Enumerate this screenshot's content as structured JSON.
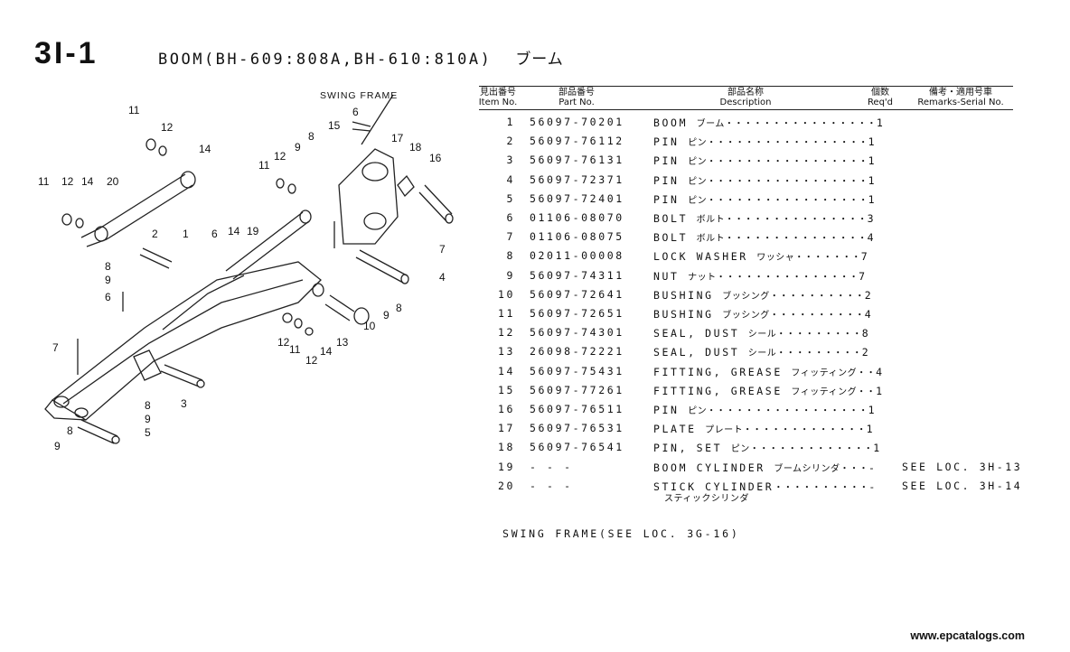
{
  "page": {
    "code": "3I-1",
    "title": "BOOM(BH-609:808A,BH-610:810A)",
    "title_jp": "ブーム"
  },
  "table": {
    "headers": {
      "item_jp": "見出番号",
      "item_en": "Item No.",
      "part_jp": "部品番号",
      "part_en": "Part No.",
      "desc_jp": "部品名称",
      "desc_en": "Description",
      "req_jp": "個数",
      "req_en": "Req'd",
      "rem_jp": "備考・適用号車",
      "rem_en": "Remarks-Serial No."
    },
    "rows": [
      {
        "item": "1",
        "part": "56097-70201",
        "desc": "BOOM",
        "jp": "ブーム",
        "dots": "・・・・・・・・・・・・・・・・",
        "qty": "1",
        "rem": ""
      },
      {
        "item": "2",
        "part": "56097-76112",
        "desc": "PIN",
        "jp": "ピン",
        "dots": "・・・・・・・・・・・・・・・・・",
        "qty": "1",
        "rem": ""
      },
      {
        "item": "3",
        "part": "56097-76131",
        "desc": "PIN",
        "jp": "ピン",
        "dots": "・・・・・・・・・・・・・・・・・",
        "qty": "1",
        "rem": ""
      },
      {
        "item": "4",
        "part": "56097-72371",
        "desc": "PIN",
        "jp": "ピン",
        "dots": "・・・・・・・・・・・・・・・・・",
        "qty": "1",
        "rem": ""
      },
      {
        "item": "5",
        "part": "56097-72401",
        "desc": "PIN",
        "jp": "ピン",
        "dots": "・・・・・・・・・・・・・・・・・",
        "qty": "1",
        "rem": ""
      },
      {
        "item": "6",
        "part": "01106-08070",
        "desc": "BOLT",
        "jp": "ボルト",
        "dots": "・・・・・・・・・・・・・・・",
        "qty": "3",
        "rem": ""
      },
      {
        "item": "7",
        "part": "01106-08075",
        "desc": "BOLT",
        "jp": "ボルト",
        "dots": "・・・・・・・・・・・・・・・",
        "qty": "4",
        "rem": ""
      },
      {
        "item": "8",
        "part": "02011-00008",
        "desc": "LOCK WASHER",
        "jp": "ワッシャ",
        "dots": "・・・・・・・",
        "qty": "7",
        "rem": ""
      },
      {
        "item": "9",
        "part": "56097-74311",
        "desc": "NUT",
        "jp": "ナット",
        "dots": "・・・・・・・・・・・・・・・",
        "qty": "7",
        "rem": ""
      },
      {
        "item": "10",
        "part": "56097-72641",
        "desc": "BUSHING",
        "jp": "ブッシング",
        "dots": "・・・・・・・・・・",
        "qty": "2",
        "rem": ""
      },
      {
        "item": "11",
        "part": "56097-72651",
        "desc": "BUSHING",
        "jp": "ブッシング",
        "dots": "・・・・・・・・・・",
        "qty": "4",
        "rem": ""
      },
      {
        "item": "12",
        "part": "56097-74301",
        "desc": "SEAL, DUST",
        "jp": "シール",
        "dots": "・・・・・・・・・",
        "qty": "8",
        "rem": ""
      },
      {
        "item": "13",
        "part": "26098-72221",
        "desc": "SEAL, DUST",
        "jp": "シール",
        "dots": "・・・・・・・・・",
        "qty": "2",
        "rem": ""
      },
      {
        "item": "14",
        "part": "56097-75431",
        "desc": "FITTING, GREASE",
        "jp": "フィッティング",
        "dots": "・・",
        "qty": "4",
        "rem": ""
      },
      {
        "item": "15",
        "part": "56097-77261",
        "desc": "FITTING, GREASE",
        "jp": "フィッティング",
        "dots": "・・",
        "qty": "1",
        "rem": ""
      },
      {
        "item": "16",
        "part": "56097-76511",
        "desc": "PIN",
        "jp": "ピン",
        "dots": "・・・・・・・・・・・・・・・・・",
        "qty": "1",
        "rem": ""
      },
      {
        "item": "17",
        "part": "56097-76531",
        "desc": "PLATE",
        "jp": "プレート",
        "dots": "・・・・・・・・・・・・・",
        "qty": "1",
        "rem": ""
      },
      {
        "item": "18",
        "part": "56097-76541",
        "desc": "PIN, SET",
        "jp": "ピン",
        "dots": "・・・・・・・・・・・・・",
        "qty": "1",
        "rem": ""
      },
      {
        "item": "19",
        "part": "- - -",
        "desc": "BOOM CYLINDER",
        "jp": "ブームシリンダ",
        "dots": "・・・",
        "qty": "-",
        "rem": "SEE LOC. 3H-13"
      },
      {
        "item": "20",
        "part": "- - -",
        "desc": "STICK CYLINDER",
        "jp": "",
        "dots": "・・・・・・・・・・",
        "qty": "-",
        "rem": "SEE LOC. 3H-14"
      }
    ],
    "row20_jp": "スティックシリンダ"
  },
  "diagram": {
    "swing_frame_label": "SWING FRAME",
    "callouts": [
      "11",
      "12",
      "14",
      "20",
      "11",
      "12",
      "14",
      "2",
      "1",
      "6",
      "14",
      "19",
      "8",
      "9",
      "6",
      "7",
      "3",
      "8",
      "9",
      "8",
      "9",
      "5",
      "12",
      "11",
      "12",
      "14",
      "13",
      "10",
      "15",
      "6",
      "9",
      "8",
      "11",
      "12",
      "17",
      "18",
      "16",
      "7",
      "4",
      "8",
      "9"
    ]
  },
  "footnote": "SWING FRAME(SEE LOC. 3G-16)",
  "website": "www.epcatalogs.com"
}
